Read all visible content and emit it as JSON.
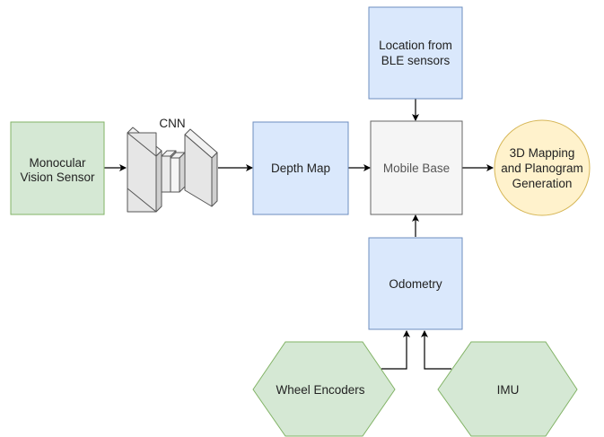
{
  "nodes": {
    "vision_sensor": {
      "line1": "Monocular",
      "line2": "Vision Sensor"
    },
    "cnn": {
      "label": "CNN"
    },
    "depth_map": {
      "label": "Depth Map"
    },
    "mobile_base": {
      "label": "Mobile Base"
    },
    "ble_location": {
      "line1": "Location from",
      "line2": "BLE sensors"
    },
    "mapping_output": {
      "line1": "3D Mapping",
      "line2": "and Planogram",
      "line3": "Generation"
    },
    "odometry": {
      "label": "Odometry"
    },
    "wheel_encoders": {
      "label": "Wheel Encoders"
    },
    "imu": {
      "label": "IMU"
    }
  },
  "colors": {
    "green_fill": "#d5e8d4",
    "green_stroke": "#82b366",
    "blue_fill": "#dae8fc",
    "blue_stroke": "#6c8ebf",
    "gray_fill": "#f5f5f5",
    "gray_stroke": "#666666",
    "yellow_fill": "#fff2cc",
    "yellow_stroke": "#d6b656",
    "edge": "#000000"
  }
}
